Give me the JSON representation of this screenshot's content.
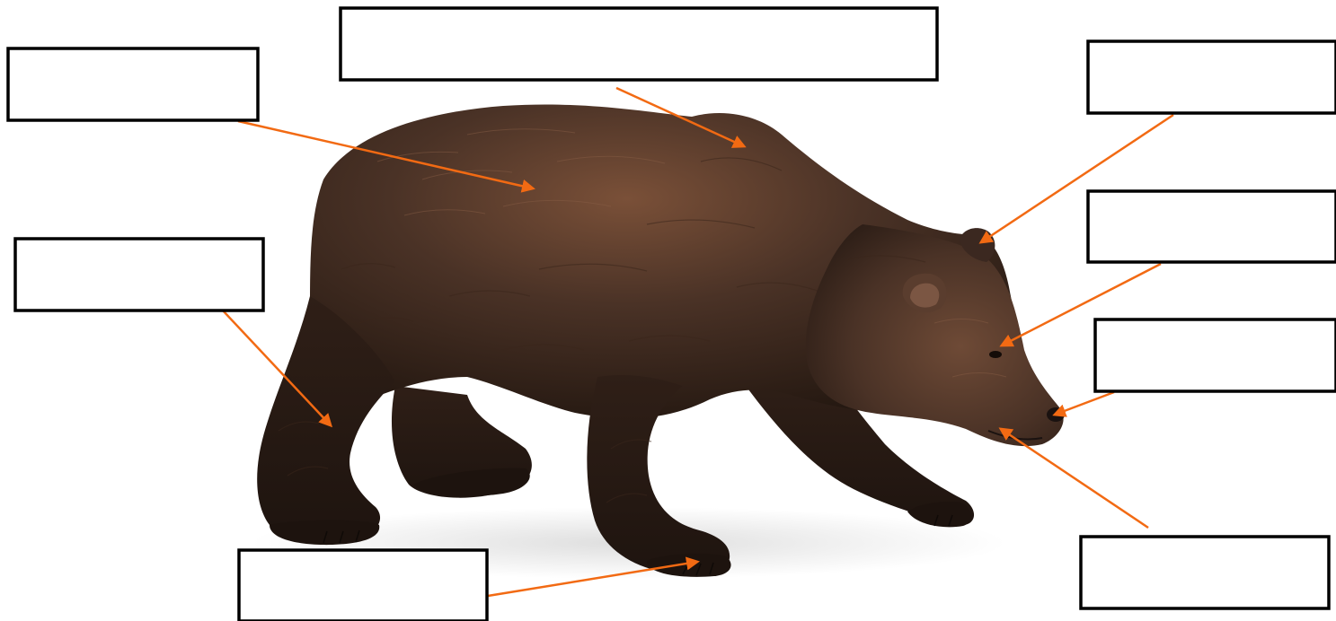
{
  "diagram": {
    "subject": "bear",
    "colors": {
      "box_border": "#000000",
      "box_fill": "#ffffff",
      "arrow": "#f26a13",
      "fur_dark": "#2a1c15",
      "fur_mid": "#4a3226",
      "fur_light": "#6e4a36",
      "shadow": "#e9e9e9"
    },
    "labels": [
      {
        "id": "label-back",
        "text": ""
      },
      {
        "id": "label-shoulder-hump",
        "text": ""
      },
      {
        "id": "label-ear",
        "text": ""
      },
      {
        "id": "label-eye",
        "text": ""
      },
      {
        "id": "label-nose",
        "text": ""
      },
      {
        "id": "label-muzzle",
        "text": ""
      },
      {
        "id": "label-hind-leg",
        "text": ""
      },
      {
        "id": "label-claws",
        "text": ""
      }
    ]
  }
}
